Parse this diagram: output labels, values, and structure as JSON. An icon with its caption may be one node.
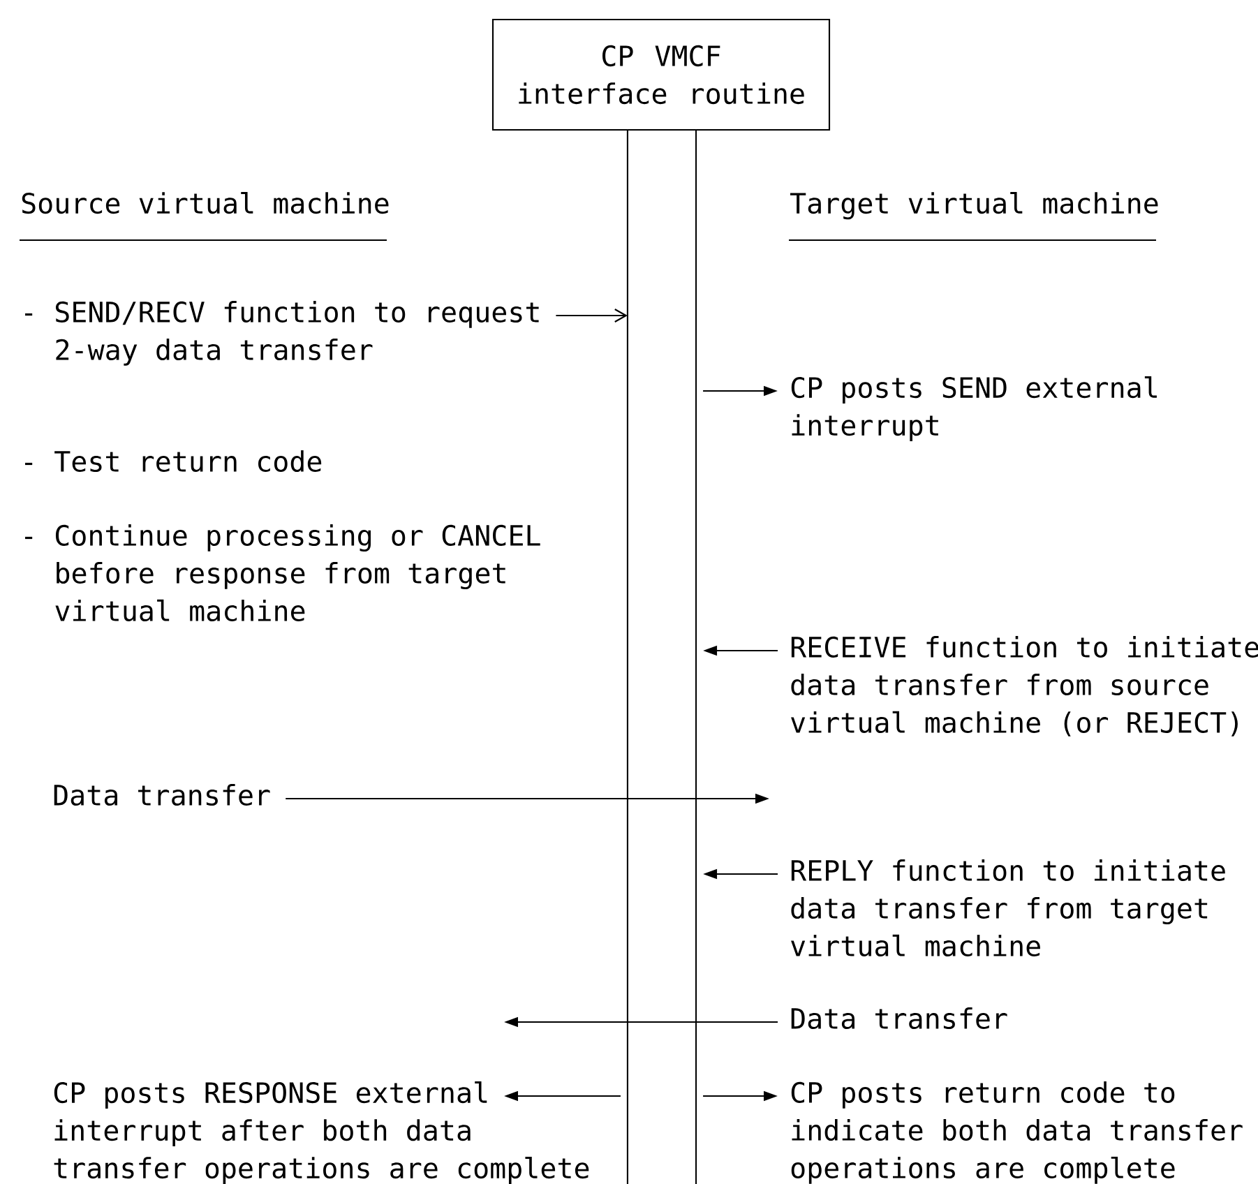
{
  "diagram": {
    "nodes": [
      {
        "text": [
          "CP VMCF interface routine"
        ]
      },
      {
        "text": [],
        "shape": "bar"
      },
      {
        "text": [
          "- SEND/RECV function to request 2-way data transfer"
        ]
      },
      {
        "text": [
          "CP posts SEND external interrupt"
        ]
      },
      {
        "text": [
          "- Test return code"
        ]
      },
      {
        "text": [
          "- Continue processing or CANCEL before response from target virtual machine"
        ]
      },
      {
        "text": [
          "RECEIVE function to initiate data transfer from source virtual machine (or REJECT)"
        ]
      },
      {
        "text": [
          "Data transfer"
        ]
      },
      {
        "text": [
          "REPLY function to initiate data transfer from target virtual machine"
        ]
      },
      {
        "text": [
          "Data transfer"
        ]
      },
      {
        "text": [
          "CP posts RESPONSE external interrupt after both data transfer operations are complete"
        ]
      },
      {
        "text": [
          "CP posts return code to indicate both data transfer operations are complete"
        ]
      }
    ],
    "edges": [
      {
        "from": 2,
        "to": 1,
        "arrow": "to"
      },
      {
        "from": 1,
        "to": 3,
        "arrow": "to"
      },
      {
        "from": 6,
        "to": 1,
        "arrow": "to"
      },
      {
        "from": 7,
        "to": null,
        "arrow": "to"
      },
      {
        "from": 8,
        "to": 1,
        "arrow": "to"
      },
      {
        "from": 9,
        "to": null,
        "arrow": "to"
      },
      {
        "from": 1,
        "to": 10,
        "arrow": "to"
      },
      {
        "from": 1,
        "to": 11,
        "arrow": "to"
      }
    ],
    "labels": [
      "Source virtual machine",
      "Target virtual machine"
    ]
  }
}
